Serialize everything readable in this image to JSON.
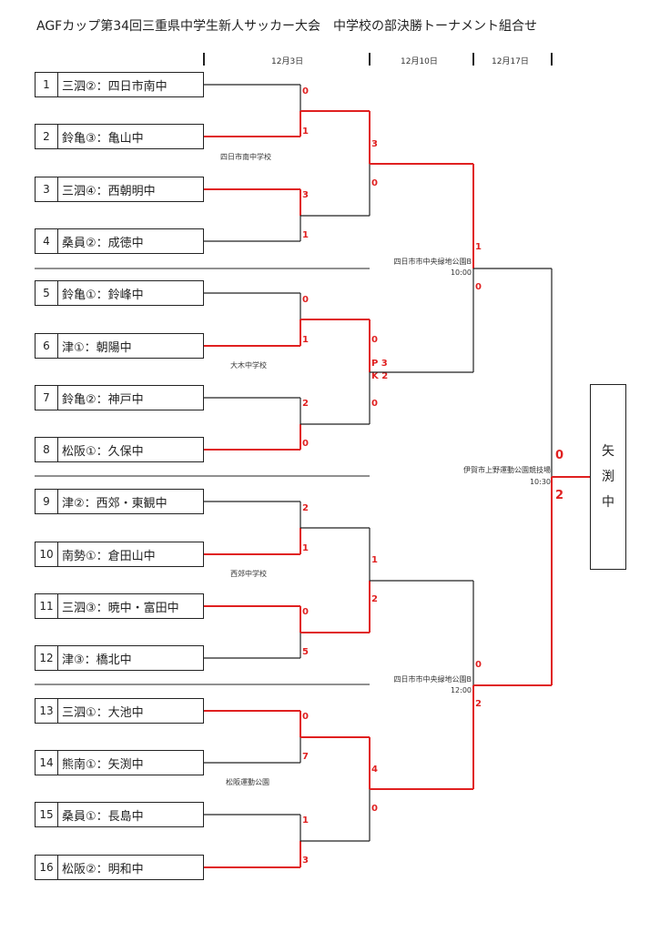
{
  "title": "AGFカップ第34回三重県中学生新人サッカー大会　中学校の部決勝トーナメント組合せ",
  "dates": [
    "12月3日",
    "12月10日",
    "12月17日"
  ],
  "teams": [
    {
      "num": "1",
      "name": "三泗②：四日市南中"
    },
    {
      "num": "2",
      "name": "鈴亀③：亀山中"
    },
    {
      "num": "3",
      "name": "三泗④：西朝明中"
    },
    {
      "num": "4",
      "name": "桑員②：成徳中"
    },
    {
      "num": "5",
      "name": "鈴亀①：鈴峰中"
    },
    {
      "num": "6",
      "name": "津①：朝陽中"
    },
    {
      "num": "7",
      "name": "鈴亀②：神戸中"
    },
    {
      "num": "8",
      "name": "松阪①：久保中"
    },
    {
      "num": "9",
      "name": "津②：西郊・東観中"
    },
    {
      "num": "10",
      "name": "南勢①：倉田山中"
    },
    {
      "num": "11",
      "name": "三泗③：暁中・富田中"
    },
    {
      "num": "12",
      "name": "津③：橋北中"
    },
    {
      "num": "13",
      "name": "三泗①：大池中"
    },
    {
      "num": "14",
      "name": "熊南①：矢渕中"
    },
    {
      "num": "15",
      "name": "桑員①：長島中"
    },
    {
      "num": "16",
      "name": "松阪②：明和中"
    }
  ],
  "round1_scores": [
    "0",
    "1",
    "3",
    "1",
    "0",
    "1",
    "2",
    "0",
    "2",
    "1",
    "0",
    "5",
    "0",
    "7",
    "1",
    "3"
  ],
  "round2_scores": [
    "3",
    "0",
    "0",
    "0",
    "1",
    "2",
    "4",
    "0"
  ],
  "round2_pk": "P 3",
  "round2_pk2": "K 2",
  "semi_scores": [
    "1",
    "0",
    "0",
    "2"
  ],
  "final_scores": [
    "0",
    "2"
  ],
  "venues_r1": [
    "四日市南中学校",
    "大木中学校",
    "西郊中学校",
    "松阪運動公園"
  ],
  "venue_semi1": {
    "name": "四日市市中央緑地公園B",
    "time": "10:00"
  },
  "venue_semi2": {
    "name": "四日市市中央緑地公園B",
    "time": "12:00"
  },
  "venue_final": {
    "name": "伊賀市上野運動公園競技場",
    "time": "10:30"
  },
  "winner": [
    "矢",
    "渕",
    "中"
  ],
  "colors": {
    "winner_line": "#e02020",
    "line": "#222222"
  }
}
